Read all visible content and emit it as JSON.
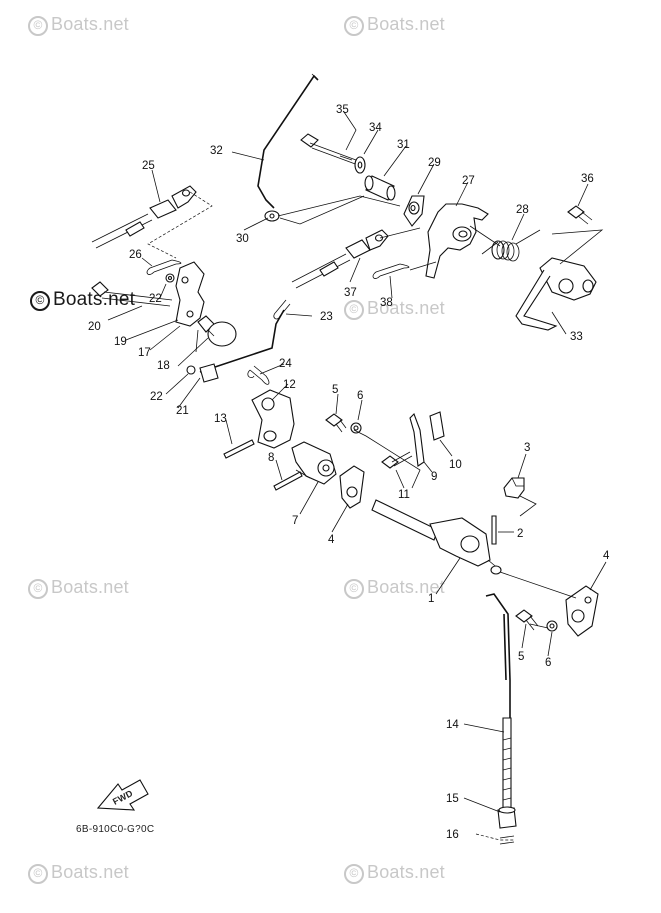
{
  "watermark": {
    "symbol": "©",
    "text": "Boats.net"
  },
  "diagram_code": "6B-910C0-G?0C",
  "fwd_label": "FWD",
  "callouts": [
    "1",
    "2",
    "3",
    "4",
    "4",
    "5",
    "5",
    "6",
    "6",
    "7",
    "8",
    "9",
    "10",
    "11",
    "12",
    "13",
    "14",
    "15",
    "16",
    "17",
    "18",
    "19",
    "20",
    "21",
    "22",
    "22",
    "23",
    "24",
    "25",
    "26",
    "27",
    "28",
    "29",
    "30",
    "31",
    "32",
    "33",
    "34",
    "35",
    "36",
    "37",
    "38"
  ]
}
